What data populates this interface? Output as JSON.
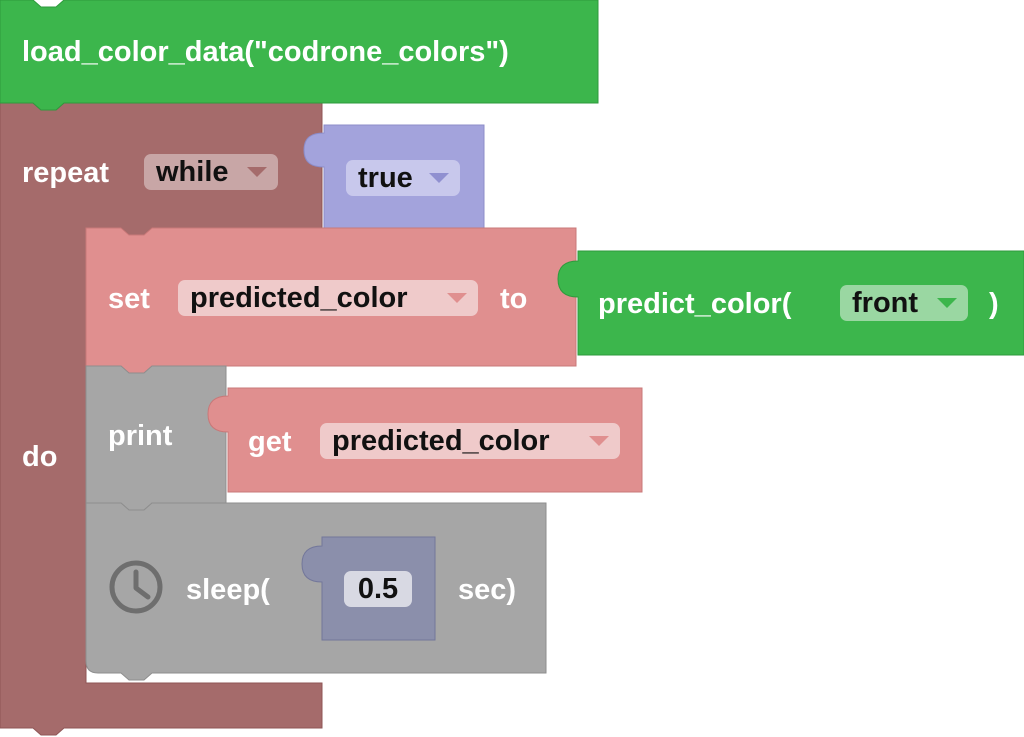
{
  "colors": {
    "green": "#3cb64c",
    "green_border": "#2e9a3c",
    "loop_maroon": "#a56b6b",
    "loop_border": "#8f5656",
    "logic_purple": "#a3a3dc",
    "logic_border": "#8c8cc8",
    "variable_pink": "#e08f8f",
    "variable_border": "#c87878",
    "print_gray": "#a6a6a6",
    "gray_border": "#8e8e8e",
    "number_slate": "#8b8fab",
    "number_border": "#73779a"
  },
  "blocks": {
    "load": {
      "label": "load_color_data(\"codrone_colors\")"
    },
    "repeat": {
      "label": "repeat",
      "mode": "while",
      "do_label": "do"
    },
    "condition": {
      "value": "true"
    },
    "set": {
      "set_label": "set",
      "variable": "predicted_color",
      "to_label": "to"
    },
    "predict": {
      "label": "predict_color(",
      "sensor": "front",
      "close": ")"
    },
    "print": {
      "label": "print"
    },
    "get": {
      "label": "get",
      "variable": "predicted_color"
    },
    "sleep": {
      "icon": "clock-icon",
      "label": "sleep(",
      "value": "0.5",
      "unit": "sec)"
    }
  }
}
